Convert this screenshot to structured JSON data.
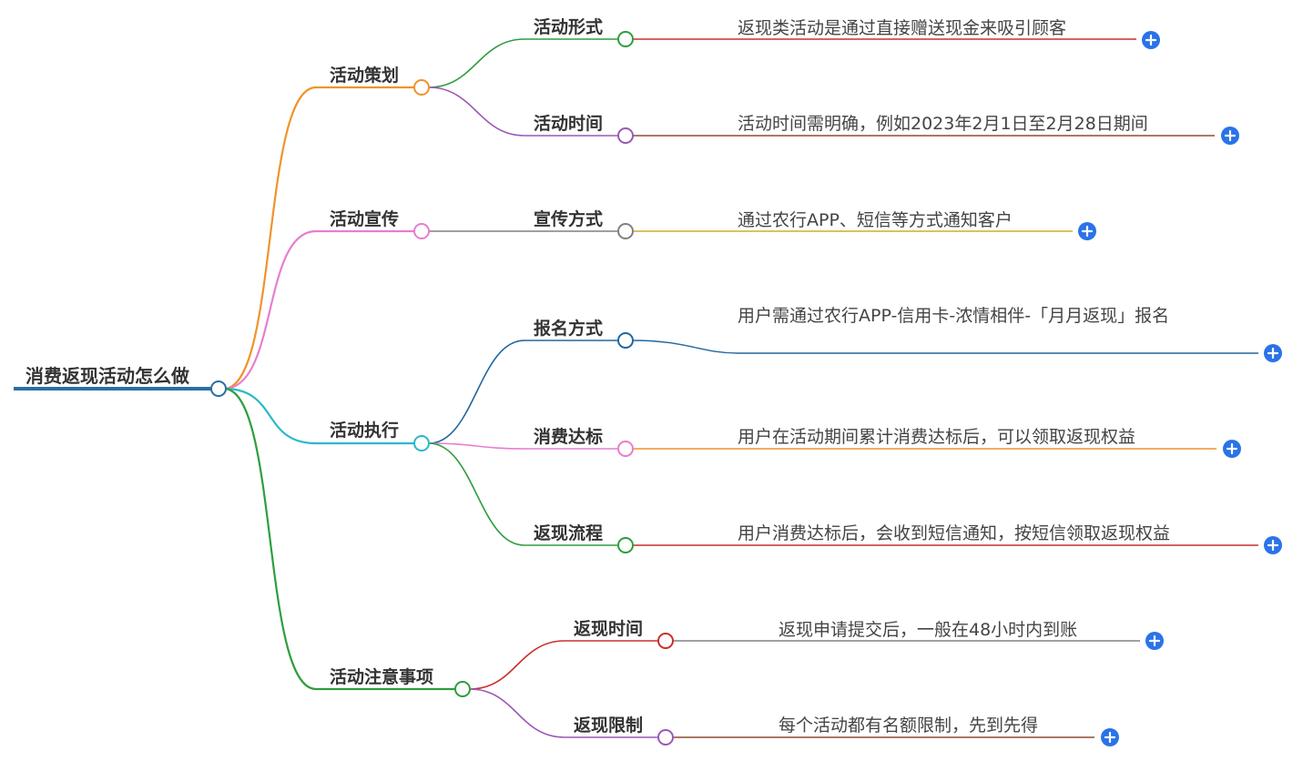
{
  "root": {
    "label": "消费返现活动怎么做",
    "color": "#2b6ea3"
  },
  "branches": [
    {
      "label": "活动策划",
      "color": "#f0932b",
      "children": [
        {
          "label": "活动形式",
          "color": "#2e9e3e",
          "leaf": "返现类活动是通过直接赠送现金来吸引顾客",
          "leafColor": "#c9302c"
        },
        {
          "label": "活动时间",
          "color": "#9b59b6",
          "leaf": "活动时间需明确，例如2023年2月1日至2月28日期间",
          "leafColor": "#8e4b36"
        }
      ]
    },
    {
      "label": "活动宣传",
      "color": "#e67ecf",
      "children": [
        {
          "label": "宣传方式",
          "color": "#808080",
          "leaf": "通过农行APP、短信等方式通知客户",
          "leafColor": "#c9b12c"
        }
      ]
    },
    {
      "label": "活动执行",
      "color": "#2bb8cc",
      "children": [
        {
          "label": "报名方式",
          "color": "#2266a0",
          "leaf": "用户需通过农行APP-信用卡-浓情相伴-「月月返现」报名",
          "leafColor": "#2266a0"
        },
        {
          "label": "消费达标",
          "color": "#e67ecf",
          "leaf": "用户在活动期间累计消费达标后，可以领取返现权益",
          "leafColor": "#f0932b"
        },
        {
          "label": "返现流程",
          "color": "#2e9e3e",
          "leaf": "用户消费达标后，会收到短信通知，按短信领取返现权益",
          "leafColor": "#c9302c"
        }
      ]
    },
    {
      "label": "活动注意事项",
      "color": "#2e9e3e",
      "children": [
        {
          "label": "返现时间",
          "color": "#c9302c",
          "leaf": "返现申请提交后，一般在48小时内到账",
          "leafColor": "#808080"
        },
        {
          "label": "返现限制",
          "color": "#9b59b6",
          "leaf": "每个活动都有名额限制，先到先得",
          "leafColor": "#8e4b36"
        }
      ]
    }
  ],
  "expand_icon": "plus-icon",
  "expand_color": "#2a73e8"
}
